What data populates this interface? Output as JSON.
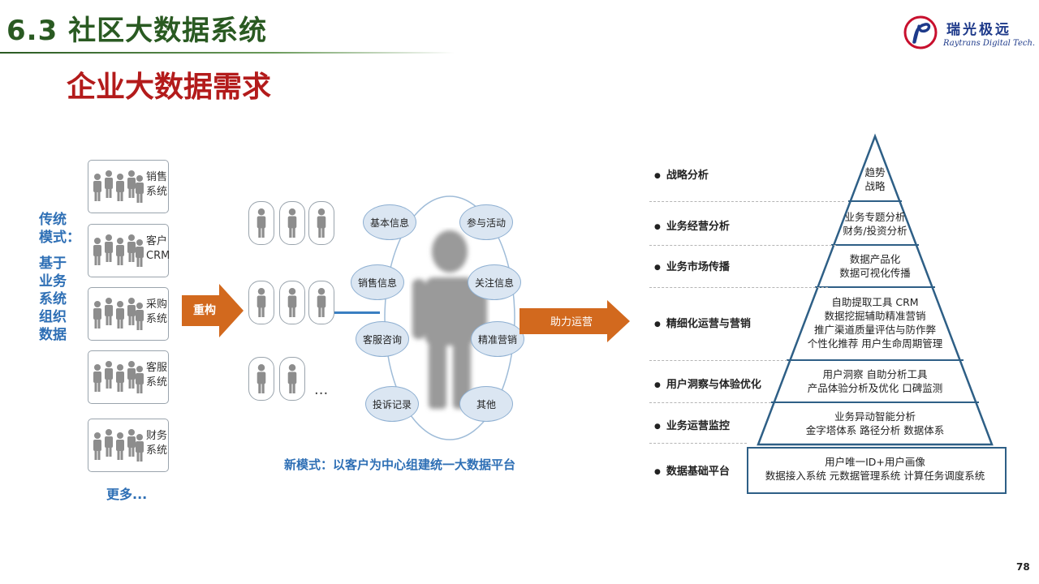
{
  "header": {
    "title": "6.3  社区大数据系统",
    "subtitle": "企业大数据需求",
    "logo_cn": "瑞光极远",
    "logo_en": "Raytrans Digital Tech.",
    "page_number": "78"
  },
  "left": {
    "traditional_lines": [
      "传统",
      "模式：",
      "",
      "基于",
      "业务",
      "系统",
      "组织",
      "数据"
    ],
    "systems": [
      {
        "line1": "销售",
        "line2": "系统"
      },
      {
        "line1": "客户",
        "line2": "CRM"
      },
      {
        "line1": "采购",
        "line2": "系统"
      },
      {
        "line1": "客服",
        "line2": "系统"
      },
      {
        "line1": "财务",
        "line2": "系统"
      }
    ],
    "more": "更多..."
  },
  "middle": {
    "arrow_label": "重构",
    "dots": "...",
    "bubbles": [
      "基本信息",
      "参与活动",
      "销售信息",
      "关注信息",
      "客服咨询",
      "精准营销",
      "投诉记录",
      "其他"
    ],
    "caption": "新模式：以客户为中心组建统一大数据平台"
  },
  "right": {
    "arrow_label": "助力运营",
    "levels": [
      {
        "label": "战略分析",
        "lines": [
          "趋势",
          "战略"
        ]
      },
      {
        "label": "业务经营分析",
        "lines": [
          "业务专题分析",
          "财务/投资分析"
        ]
      },
      {
        "label": "业务市场传播",
        "lines": [
          "数据产品化",
          "数据可视化传播"
        ]
      },
      {
        "label": "精细化运营与营销",
        "lines": [
          "自助提取工具  CRM",
          "数据挖掘辅助精准营销",
          "推广渠道质量评估与防作弊",
          "个性化推荐  用户生命周期管理"
        ]
      },
      {
        "label": "用户洞察与体验优化",
        "lines": [
          "用户洞察  自助分析工具",
          "产品体验分析及优化  口碑监测"
        ]
      },
      {
        "label": "业务运营监控",
        "lines": [
          "业务异动智能分析",
          "金字塔体系  路径分析  数据体系"
        ]
      },
      {
        "label": "数据基础平台",
        "lines": [
          "用户唯一ID+用户画像",
          "数据接入系统  元数据管理系统  计算任务调度系统"
        ]
      }
    ]
  },
  "colors": {
    "title_green": "#2a5a22",
    "subtitle_red": "#b31b1b",
    "accent_blue": "#2e6fb5",
    "arrow_orange": "#d2691e",
    "pyramid_border": "#2e5f86"
  }
}
